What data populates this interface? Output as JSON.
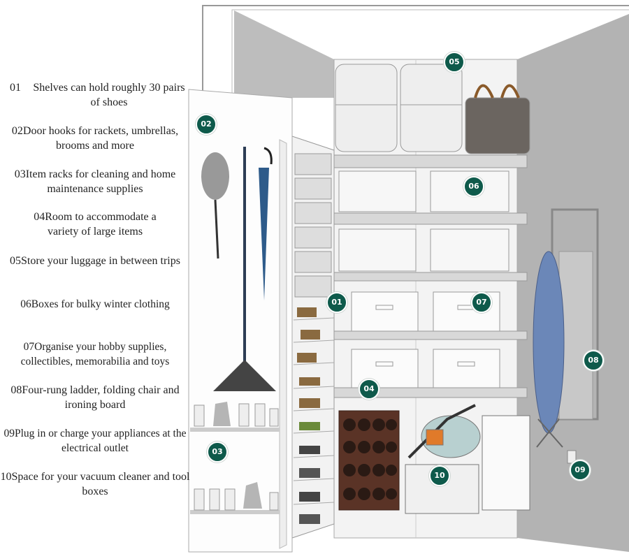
{
  "legend": [
    {
      "num": "01",
      "text": "Shelves can hold roughly 30 pairs of shoes"
    },
    {
      "num": "02",
      "text": "Door hooks for rackets, umbrellas, brooms and more"
    },
    {
      "num": "03",
      "text": "Item racks for cleaning and home maintenance supplies"
    },
    {
      "num": "04",
      "text": "Room to accommodate a variety of large items"
    },
    {
      "num": "05",
      "text": "Store your luggage in between trips"
    },
    {
      "num": "06",
      "text": "Boxes for bulky winter clothing"
    },
    {
      "num": "07",
      "text": "Organise your hobby supplies, collectibles, memorabilia and toys"
    },
    {
      "num": "08",
      "text": "Four-rung ladder, folding chair and ironing board"
    },
    {
      "num": "09",
      "text": "Plug in or charge your appliances at the electrical outlet"
    },
    {
      "num": "10",
      "text": "Space for your vacuum cleaner and tool boxes"
    }
  ],
  "markers": [
    "01",
    "02",
    "03",
    "04",
    "05",
    "06",
    "07",
    "08",
    "09",
    "10"
  ],
  "colors": {
    "marker": "#0e5a4b",
    "wall": "#b9b9b9",
    "shelf": "#dcdcdc"
  }
}
